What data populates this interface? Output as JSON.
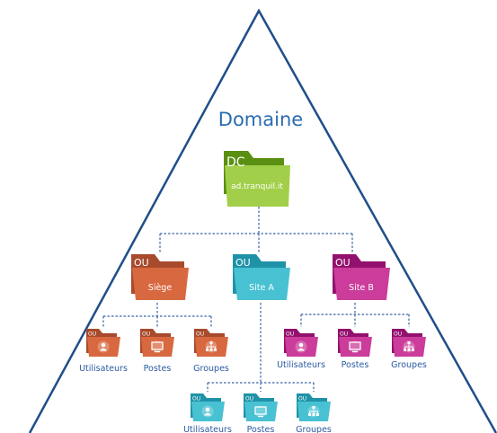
{
  "title": "Domaine",
  "dc": {
    "badge": "DC",
    "label": "ad.tranquil.it"
  },
  "ous": [
    {
      "badge": "OU",
      "label": "Siège"
    },
    {
      "badge": "OU",
      "label": "Site A"
    },
    {
      "badge": "OU",
      "label": "Site B"
    }
  ],
  "sub_badge": "OU",
  "groups": [
    {
      "labels": [
        "Utilisateurs",
        "Postes",
        "Groupes"
      ]
    },
    {
      "labels": [
        "Utilisateurs",
        "Postes",
        "Groupes"
      ]
    },
    {
      "labels": [
        "Utilisateurs",
        "Postes",
        "Groupes"
      ]
    }
  ],
  "colors": {
    "triangle": "#1f4e8a",
    "title": "#2a6cb0",
    "connector": "#3a64a8",
    "label": "#2a5aa0",
    "dc_back": "#5a8f12",
    "dc_front": "#a2cf4a",
    "siege_back": "#a84a2c",
    "siege_front": "#d8683f",
    "siteA_back": "#1f92a8",
    "siteA_front": "#48c1d2",
    "siteB_back": "#93116e",
    "siteB_front": "#cb3c9b"
  },
  "icons": [
    "user-icon",
    "monitor-icon",
    "network-icon"
  ]
}
